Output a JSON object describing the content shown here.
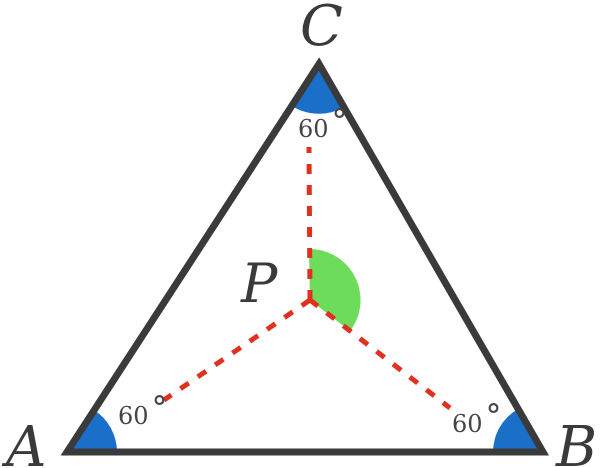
{
  "diagram": {
    "vertex_labels": {
      "a": "A",
      "b": "B",
      "c": "C"
    },
    "interior_point_label": "P",
    "angle_labels": {
      "at_a_value": "60",
      "at_b_value": "60",
      "at_c_value": "60",
      "degree_symbol": "°"
    },
    "colors": {
      "background": "#ffffff",
      "triangle_outline": "#3a3a3a",
      "vertex_label": "#3a3a3a",
      "angle_label": "#454545",
      "vertex_angle_fill": "#1a6fc9",
      "center_angle_fill": "#6ddc5b",
      "dashed_line": "#e1301d"
    }
  }
}
